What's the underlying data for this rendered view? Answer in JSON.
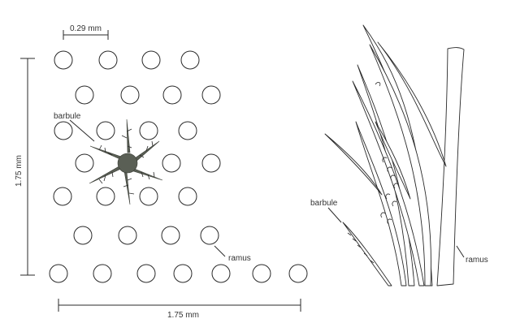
{
  "labels": {
    "top_dimension": "0.29 mm",
    "left_dimension": "1.75 mm",
    "bottom_dimension": "1.75 mm",
    "left_barbule": "barbule",
    "left_ramus": "ramus",
    "right_barbule": "barbule",
    "right_ramus": "ramus"
  },
  "colors": {
    "line": "#2a2a2a",
    "barbule_fill": "#5a5f55"
  }
}
